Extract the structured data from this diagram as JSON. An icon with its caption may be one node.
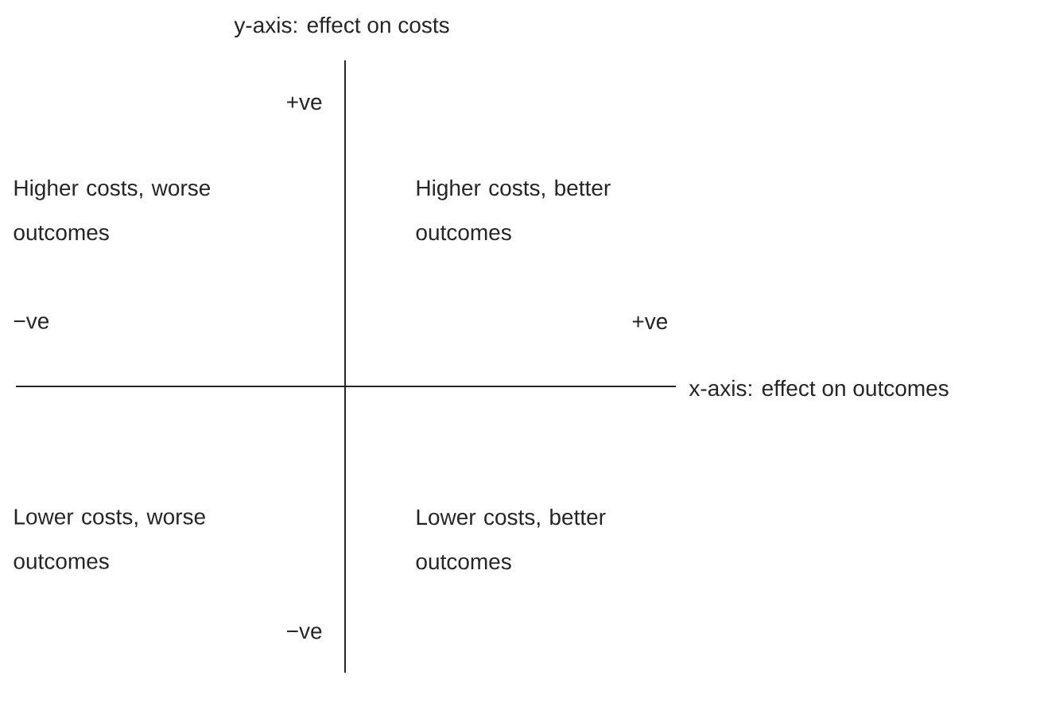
{
  "diagram": {
    "labels": [
      "y-axis: effect on costs",
      "+ve",
      "Higher costs, worse outcomes",
      "Higher costs, better outcomes",
      "−ve",
      "+ve",
      "x-axis: effect on outcomes",
      "Lower costs, worse outcomes",
      "Lower costs, better outcomes",
      "−ve"
    ]
  }
}
